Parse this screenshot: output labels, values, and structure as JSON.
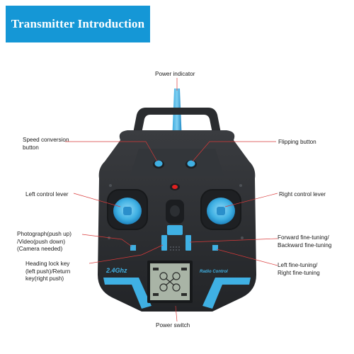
{
  "title": "Transmitter Introduction",
  "labels": {
    "power_indicator": "Power indicator",
    "speed_conversion": [
      "Speed conversion",
      "button"
    ],
    "flipping": "Flipping button",
    "left_lever": "Left control lever",
    "right_lever": "Right control lever",
    "photo_video": [
      "Photograph(push up)",
      "/Video(push down)",
      "(Camera needed)"
    ],
    "fwd_bwd": [
      "Forward fine-tuning/",
      "Backward fine-tuning"
    ],
    "heading_lock": [
      "Heading lock key",
      "(left push)/Return",
      "key(right push)"
    ],
    "lr_trim": [
      "Left fine-tuning/",
      "Right fine-tuning"
    ],
    "power_switch": "Power switch"
  },
  "device": {
    "freq_label": "2.4Ghz",
    "brand_label": "Radio Control"
  },
  "colors": {
    "accent": "#1597d6",
    "body": "#2b2d30",
    "leader": "#d93a3a",
    "led": "#e02020"
  }
}
